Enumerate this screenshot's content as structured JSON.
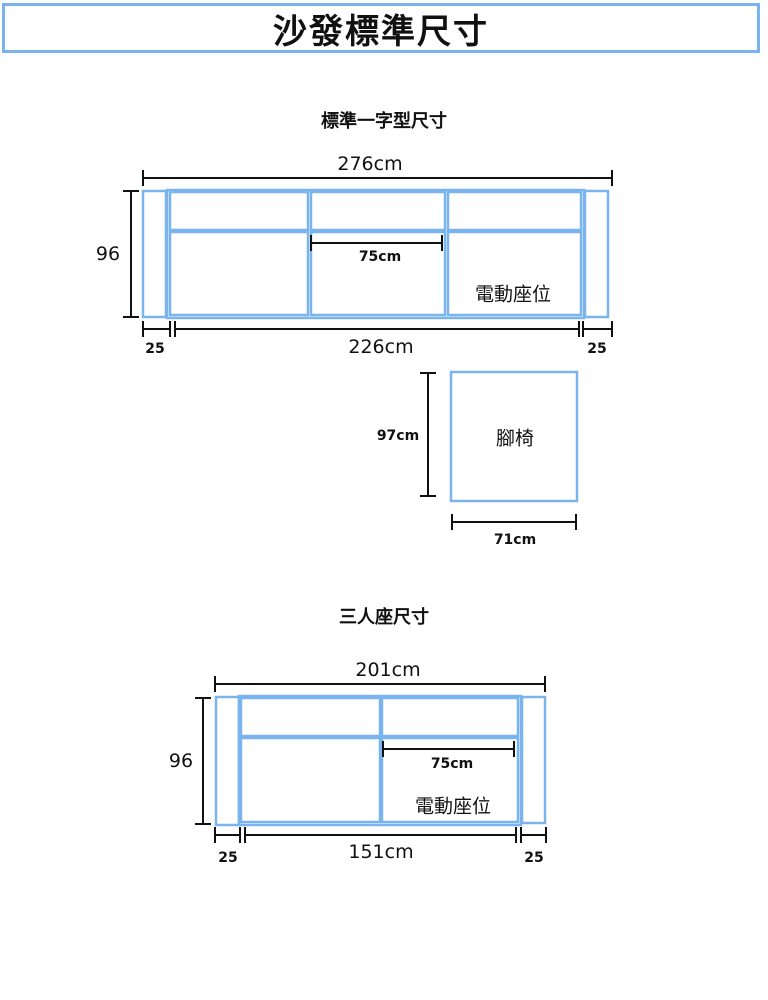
{
  "header": {
    "title": "沙發標準尺寸"
  },
  "sections": [
    {
      "title": "標準一字型尺寸",
      "overall_width": "276cm",
      "depth": "96",
      "seat_width": "75cm",
      "seat_label": "電動座位",
      "arm_left": "25",
      "middle_width": "226cm",
      "arm_right": "25"
    },
    {
      "title": "三人座尺寸",
      "overall_width": "201cm",
      "depth": "96",
      "seat_width": "75cm",
      "seat_label": "電動座位",
      "arm_left": "25",
      "middle_width": "151cm",
      "arm_right": "25"
    }
  ],
  "ottoman": {
    "label": "腳椅",
    "depth": "97cm",
    "width": "71cm"
  },
  "colors": {
    "outline": "#7ab4ef",
    "dimension_line": "#111111"
  }
}
